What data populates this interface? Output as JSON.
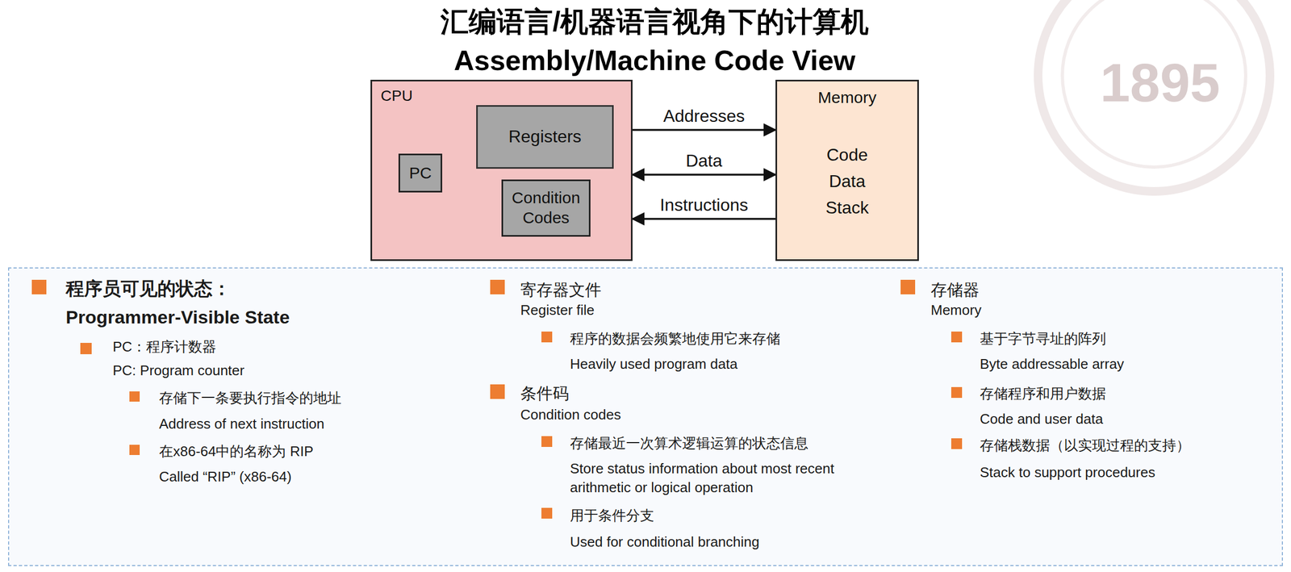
{
  "diagram": {
    "title": "汇编语言/机器语言视角下的计算机",
    "nodes": [
      {
        "text": [
          "CPU"
        ]
      },
      {
        "text": [
          "Registers"
        ],
        "in": 0
      },
      {
        "text": [
          "PC"
        ],
        "in": 0
      },
      {
        "text": [
          "Condition Codes"
        ],
        "in": 0
      },
      {
        "text": [
          "Memory",
          "Code Data Stack"
        ]
      },
      {
        "text": [
          "程序员可见的状态：",
          "Programmer-Visible State",
          "PC：程序计数器",
          "PC: Program counter",
          "存储下一条要执行指令的地址",
          "Address of next instruction",
          "在x86-64中的名称为 RIP",
          "Called “RIP” (x86-64)",
          "寄存器文件",
          "Register file",
          "程序的数据会频繁地使用它来存储",
          "Heavily used program data",
          "条件码",
          "Condition codes",
          "存储最近一次算术逻辑运算的状态信息",
          "Store status information about most recent arithmetic or logical operation",
          "用于条件分支",
          "Used for conditional branching",
          "存储器",
          "Memory",
          "基于字节寻址的阵列",
          "Byte addressable array",
          "存储程序和用户数据",
          "Code and user data",
          "存储栈数据（以实现过程的支持）",
          "Stack to support procedures"
        ]
      }
    ],
    "edges": [
      {
        "from": 0,
        "to": 4,
        "label": "Addresses",
        "arrow": "to"
      },
      {
        "from": 0,
        "to": 4,
        "label": "Data",
        "arrow": "both"
      },
      {
        "from": 4,
        "to": 0,
        "label": "Instructions",
        "arrow": "to"
      }
    ],
    "labels": [
      "Assembly/Machine Code View",
      "1895"
    ]
  }
}
